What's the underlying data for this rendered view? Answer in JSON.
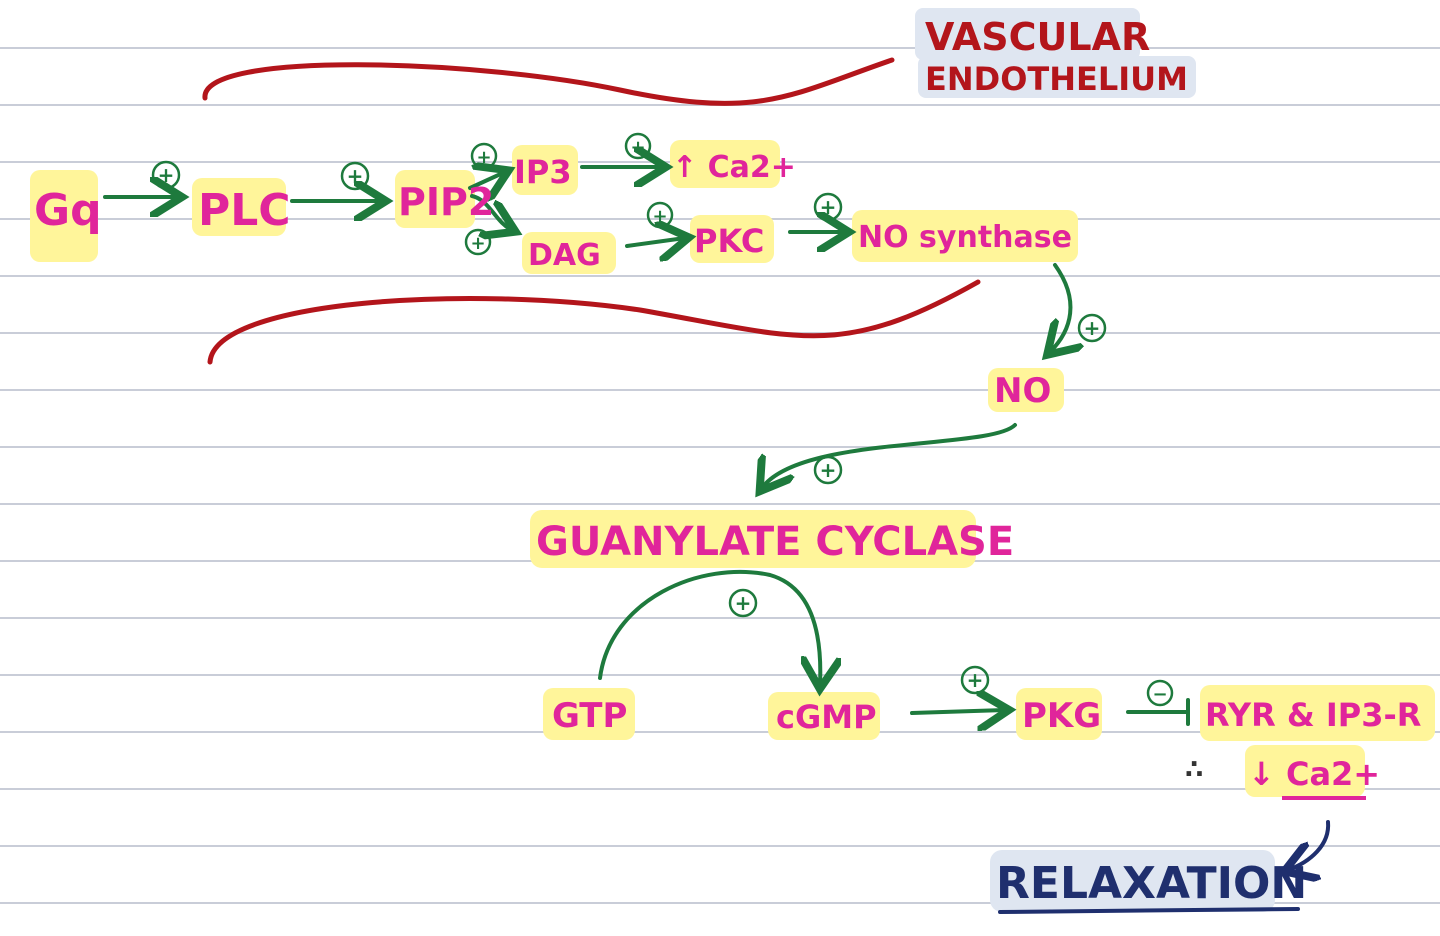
{
  "header": {
    "title_line1": "VASCULAR",
    "title_line2": "ENDOTHELIUM"
  },
  "nodes": {
    "gq": "Gq",
    "plc": "PLC",
    "pip2": "PIP2",
    "ip3": "IP3",
    "ca_up": "↑ Ca2+",
    "dag": "DAG",
    "pkc": "PKC",
    "no_synthase": "NO synthase",
    "no": "NO",
    "guanylate_cyclase": "GUANYLATE CYCLASE",
    "gtp": "GTP",
    "cgmp": "cGMP",
    "pkg": "PKG",
    "ryr": "RYR & IP3-R",
    "therefore": "∴",
    "ca_down": "↓ Ca2+",
    "relaxation": "RELAXATION"
  },
  "signs": {
    "plus": "+",
    "minus": "−"
  },
  "colors": {
    "highlight": "#fff59a",
    "node_text": "#e0259b",
    "arrow": "#1e7a3d",
    "membrane": "#b3151b",
    "title": "#b3151b",
    "relaxation": "#1f2f6e",
    "ruled_line": "#c9cdd8"
  }
}
